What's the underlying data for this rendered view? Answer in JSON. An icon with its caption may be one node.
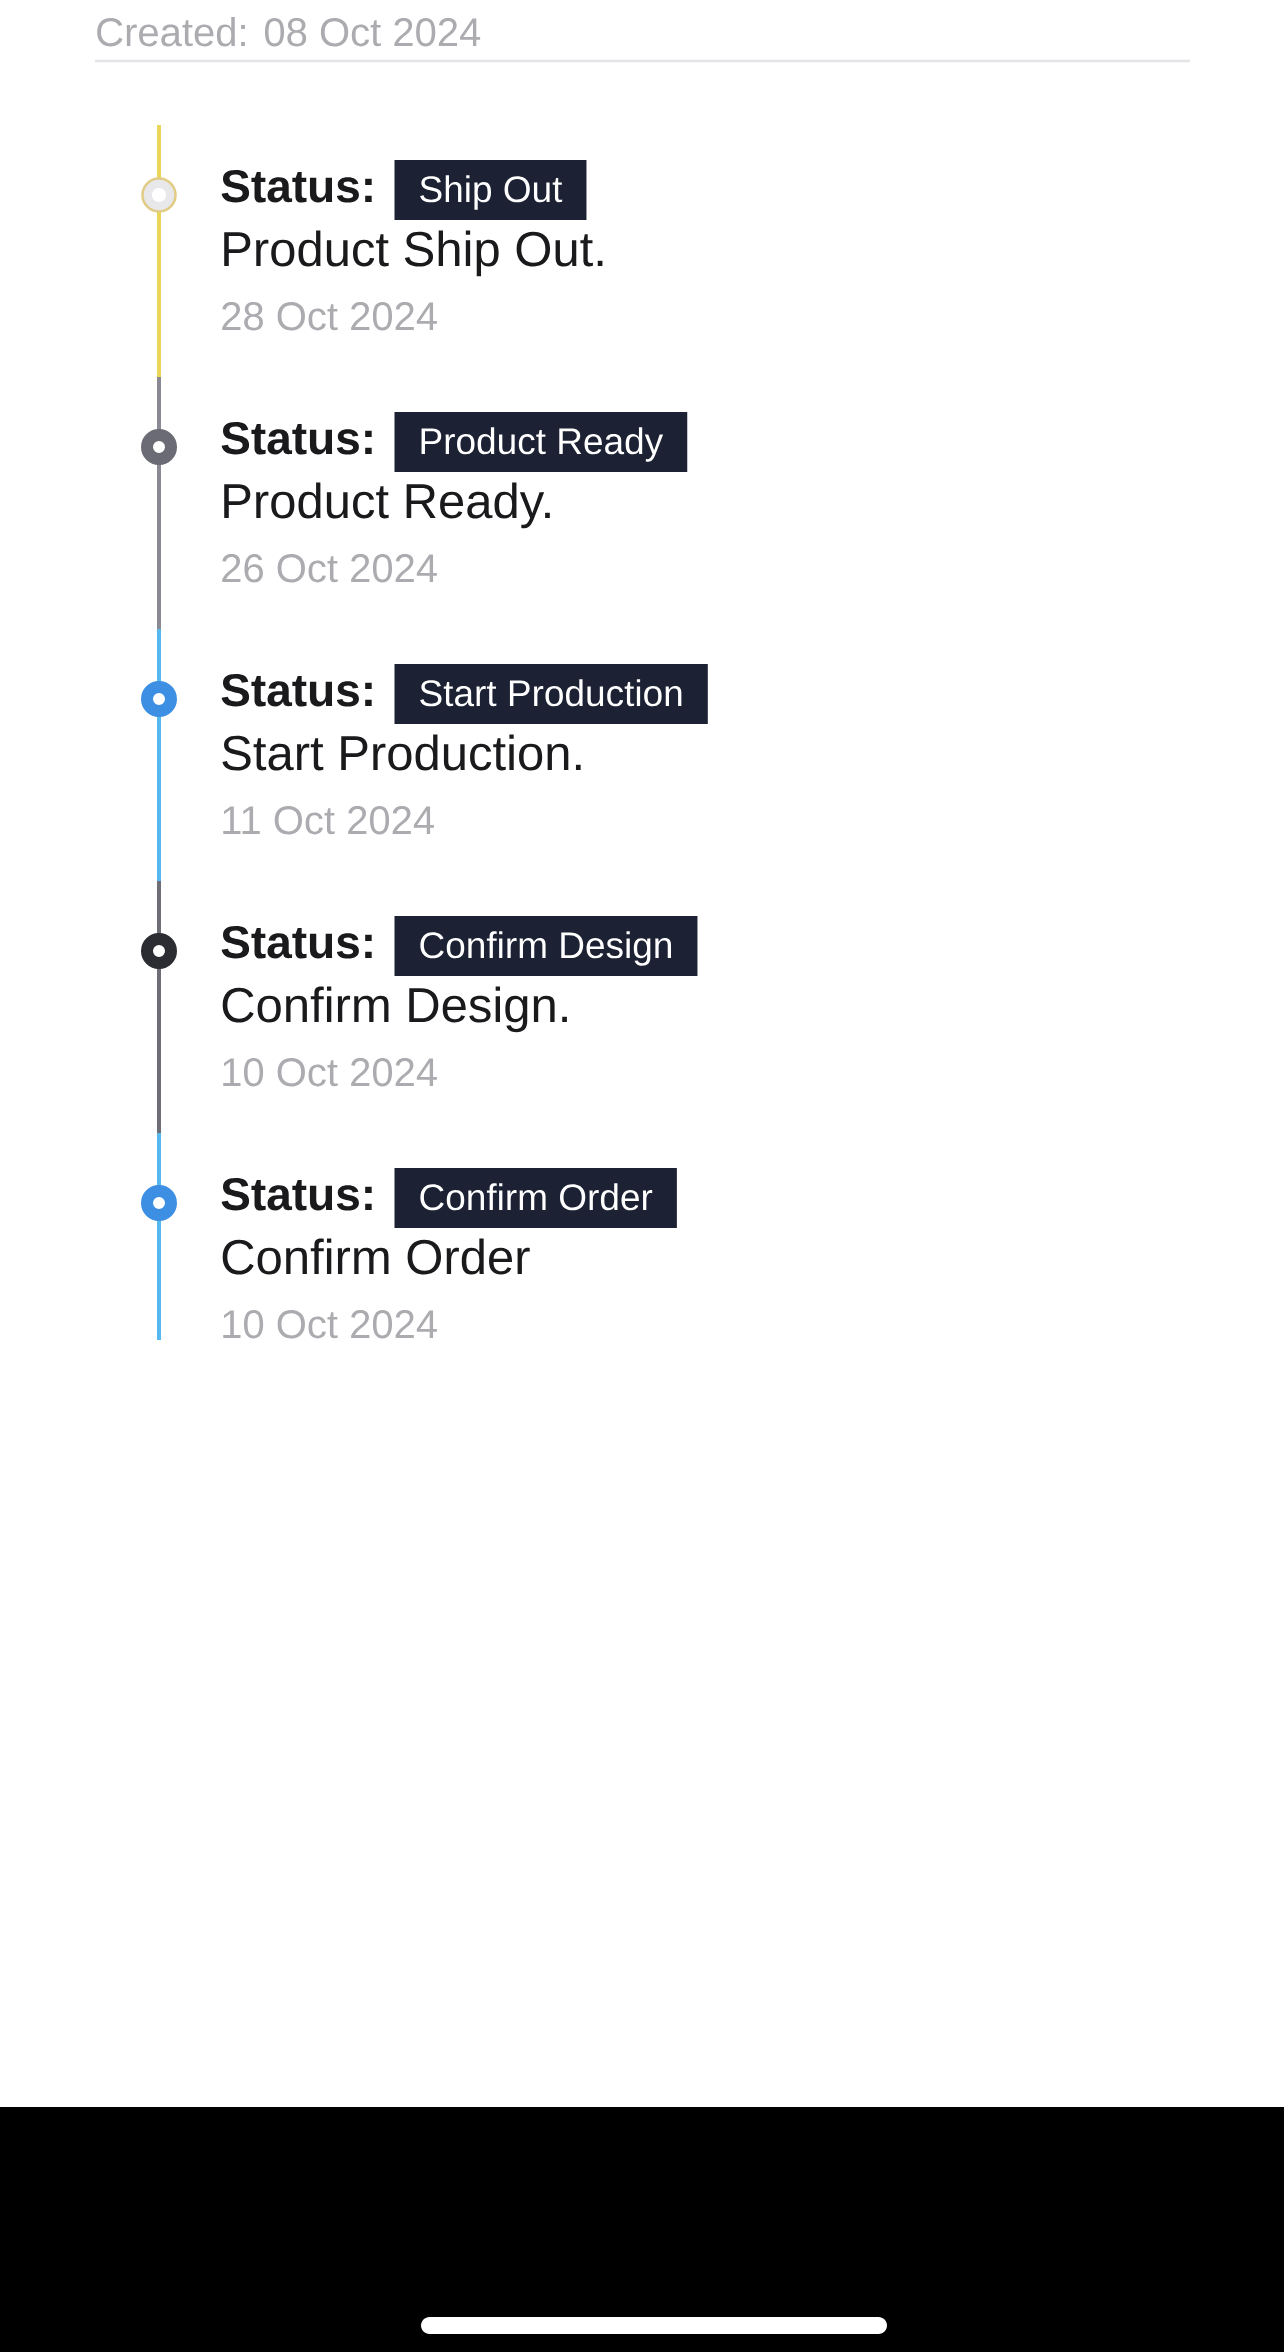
{
  "diagram": {
    "nodes": [
      {
        "text": [
          "Ship Out"
        ],
        "beside": [
          "Status:",
          "Product Ship Out.",
          "28 Oct 2024"
        ]
      },
      {
        "text": [
          "Product Ready"
        ],
        "beside": [
          "Status:",
          "Product Ready.",
          "26 Oct 2024"
        ]
      },
      {
        "text": [
          "Start Production"
        ],
        "beside": [
          "Status:",
          "Start Production.",
          "11 Oct 2024"
        ]
      },
      {
        "text": [
          "Confirm Design"
        ],
        "beside": [
          "Status:",
          "Confirm Design.",
          "10 Oct 2024"
        ]
      },
      {
        "text": [
          "Confirm Order"
        ],
        "beside": [
          "Status:",
          "Confirm Order",
          "10 Oct 2024"
        ]
      }
    ],
    "labels": [
      "Created: 08 Oct 2024"
    ]
  }
}
